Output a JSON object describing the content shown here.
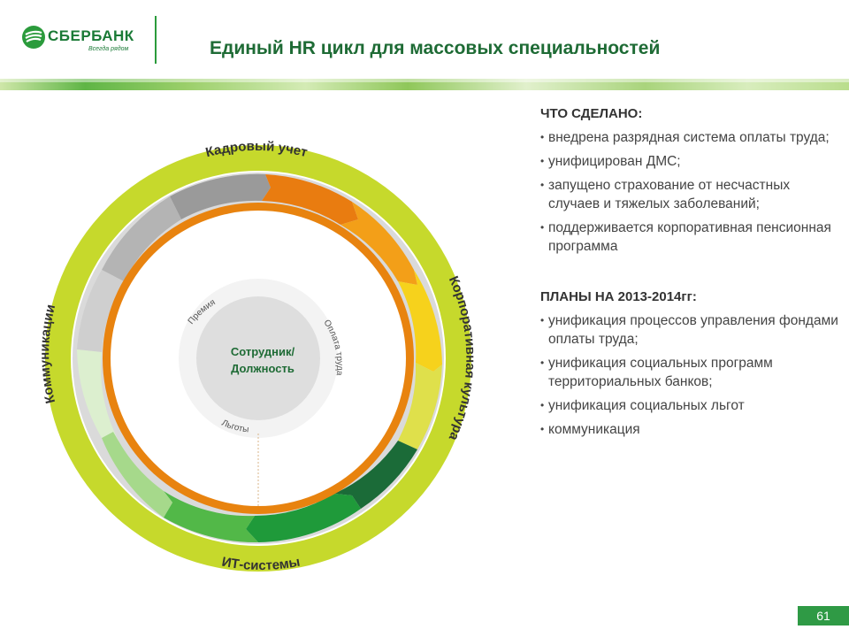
{
  "header": {
    "logo_text": "СБЕРБАНК",
    "logo_subtitle": "Всегда рядом",
    "title": "Единый HR цикл для массовых специальностей"
  },
  "diagram": {
    "center": [
      "Сотрудник/",
      "Должность"
    ],
    "outer_labels": {
      "top": "Кадровый учет",
      "right": "Корпоративная культура",
      "bottom": "ИТ-системы",
      "left": "Коммуникации"
    },
    "inner_labels": {
      "premium": "Премия",
      "pay": "Оплата труда",
      "benefits": "Льготы"
    },
    "colors": {
      "outer_ring": "#c6d92c",
      "middle_ring": "#d9d9d9",
      "inner_ring": "#e8830f",
      "inner_disk": "#f2f2f2",
      "center_disk": "#dedede"
    }
  },
  "done": {
    "title": "ЧТО СДЕЛАНО:",
    "items": [
      "внедрена разрядная система оплаты труда;",
      "унифицирован ДМС;",
      "запущено страхование от несчастных случаев и тяжелых заболеваний;",
      "поддерживается корпоративная пенсионная программа"
    ]
  },
  "plans": {
    "title": "ПЛАНЫ НА 2013-2014гг:",
    "items": [
      "унификация процессов управления фондами оплаты труда;",
      "унификация социальных программ территориальных банков;",
      "унификация социальных льгот",
      "коммуникация"
    ]
  },
  "page_number": "61"
}
